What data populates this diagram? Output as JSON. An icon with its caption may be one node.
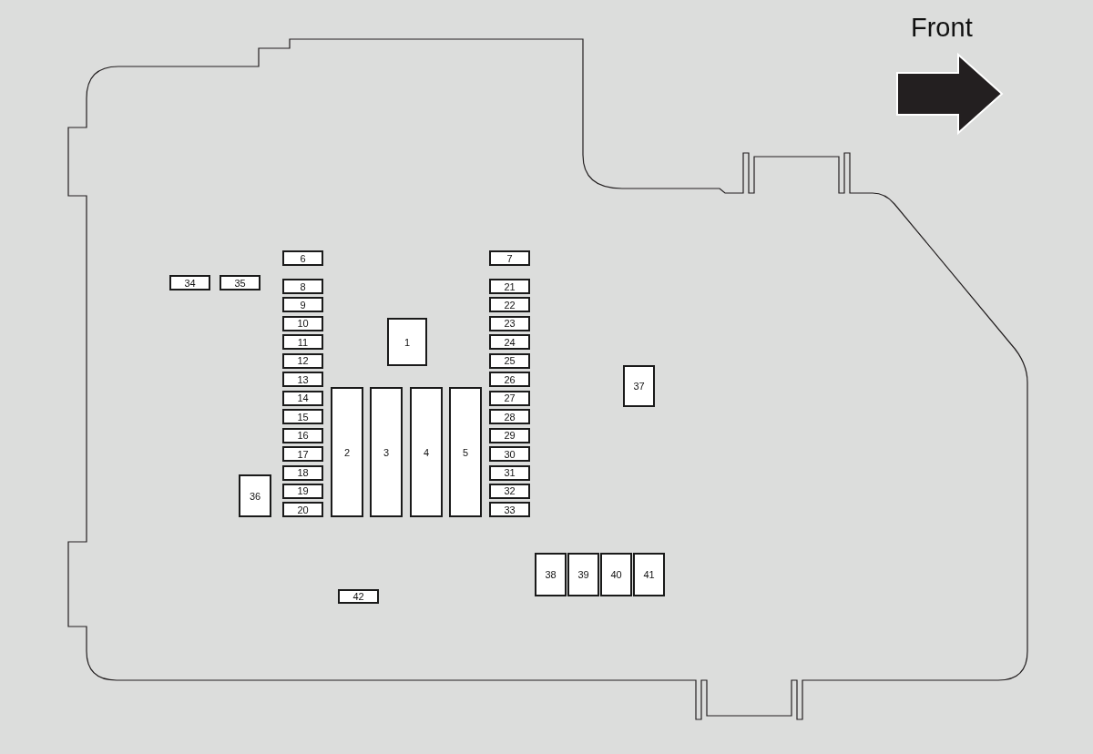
{
  "diagram": {
    "nodes": [
      {
        "text": [
          "1"
        ]
      },
      {
        "text": [
          "2"
        ]
      },
      {
        "text": [
          "3"
        ]
      },
      {
        "text": [
          "4"
        ]
      },
      {
        "text": [
          "5"
        ]
      },
      {
        "text": [
          "6"
        ]
      },
      {
        "text": [
          "7"
        ]
      },
      {
        "text": [
          "8"
        ]
      },
      {
        "text": [
          "9"
        ]
      },
      {
        "text": [
          "10"
        ]
      },
      {
        "text": [
          "11"
        ]
      },
      {
        "text": [
          "12"
        ]
      },
      {
        "text": [
          "13"
        ]
      },
      {
        "text": [
          "14"
        ]
      },
      {
        "text": [
          "15"
        ]
      },
      {
        "text": [
          "16"
        ]
      },
      {
        "text": [
          "17"
        ]
      },
      {
        "text": [
          "18"
        ]
      },
      {
        "text": [
          "19"
        ]
      },
      {
        "text": [
          "20"
        ]
      },
      {
        "text": [
          "21"
        ]
      },
      {
        "text": [
          "22"
        ]
      },
      {
        "text": [
          "23"
        ]
      },
      {
        "text": [
          "24"
        ]
      },
      {
        "text": [
          "25"
        ]
      },
      {
        "text": [
          "26"
        ]
      },
      {
        "text": [
          "27"
        ]
      },
      {
        "text": [
          "28"
        ]
      },
      {
        "text": [
          "29"
        ]
      },
      {
        "text": [
          "30"
        ]
      },
      {
        "text": [
          "31"
        ]
      },
      {
        "text": [
          "32"
        ]
      },
      {
        "text": [
          "33"
        ]
      },
      {
        "text": [
          "34"
        ]
      },
      {
        "text": [
          "35"
        ]
      },
      {
        "text": [
          "36"
        ]
      },
      {
        "text": [
          "37"
        ]
      },
      {
        "text": [
          "38"
        ]
      },
      {
        "text": [
          "39"
        ]
      },
      {
        "text": [
          "40"
        ]
      },
      {
        "text": [
          "41"
        ]
      },
      {
        "text": [
          "42"
        ]
      }
    ],
    "labels": [
      "Front"
    ]
  }
}
